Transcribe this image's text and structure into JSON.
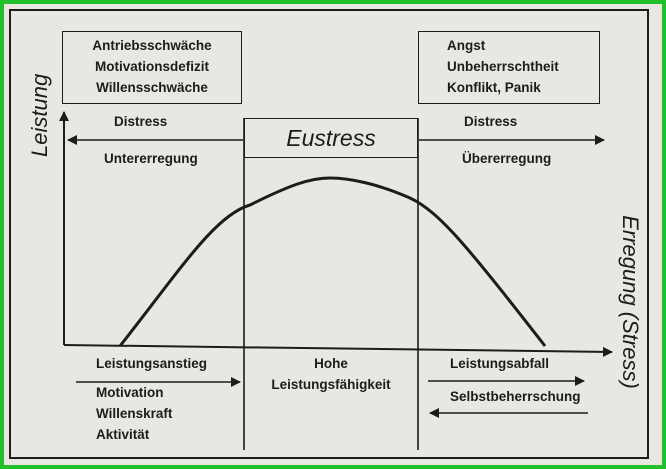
{
  "diagram": {
    "left_box": [
      "Antriebsschwäche",
      "Motivationsdefizit",
      "Willensschwäche"
    ],
    "right_box": [
      "Angst",
      "Unbeherrschtheit",
      "Konflikt, Panik"
    ],
    "center_title": "Eustress",
    "left_top": {
      "distress": "Distress",
      "state": "Untererregung"
    },
    "right_top": {
      "distress": "Distress",
      "state": "Übererregung"
    },
    "y_axis_label": "Leistung",
    "x_axis_label": "Erregung (Stress)",
    "bottom_left": {
      "heading": "Leistungsanstieg",
      "items": [
        "Motivation",
        "Willenskraft",
        "Aktivität"
      ]
    },
    "bottom_center": [
      "Hohe",
      "Leistungsfähigkeit"
    ],
    "bottom_right": {
      "heading": "Leistungsabfall",
      "item": "Selbstbeherrschung"
    }
  }
}
